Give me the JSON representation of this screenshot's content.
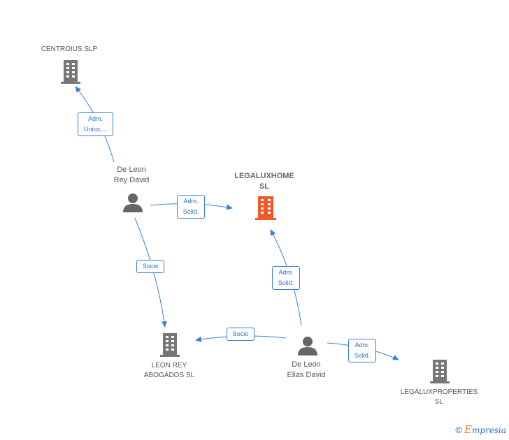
{
  "nodes": {
    "centroius": {
      "name": "CENTROIUS  SLP",
      "type": "company"
    },
    "legaluxhome": {
      "line1": "LEGALUXHOME",
      "line2": "SL",
      "type": "company-focus"
    },
    "leon_rey": {
      "line1": "LEON REY",
      "line2": "ABOGADOS SL",
      "type": "company"
    },
    "legaluxproperties": {
      "line1": "LEGALUXPROPERTIES",
      "line2": "SL",
      "type": "company"
    },
    "de_leon_rey": {
      "line1": "De Leon",
      "line2": "Rey David",
      "type": "person"
    },
    "de_leon_elias": {
      "line1": "De Leon",
      "line2": "Elias David",
      "type": "person"
    }
  },
  "edges": {
    "rey_to_centroius": {
      "line1": "Adm.",
      "line2": "Unico,..."
    },
    "rey_to_legaluxhome": {
      "line1": "Adm.",
      "line2": "Solid."
    },
    "rey_to_leonrey": {
      "line1": "Socio"
    },
    "elias_to_legaluxhome": {
      "line1": "Adm.",
      "line2": "Solid."
    },
    "elias_to_leonrey": {
      "line1": "Socio"
    },
    "elias_to_legaluxproperties": {
      "line1": "Adm.",
      "line2": "Solid."
    }
  },
  "footer": {
    "copyright": "©",
    "brand_initial": "E",
    "brand_rest": "mpresia"
  },
  "colors": {
    "edge": "#3a7fd5",
    "company": "#777777",
    "focus": "#f05a28",
    "person": "#666666"
  }
}
